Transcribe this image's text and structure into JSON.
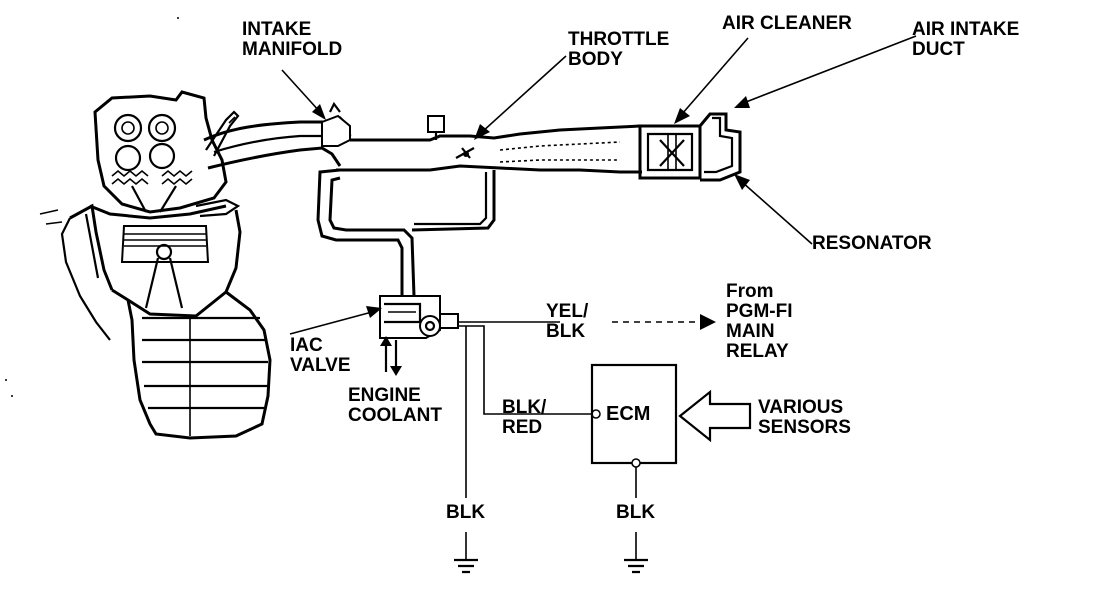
{
  "labels": {
    "intake_manifold": [
      "INTAKE",
      "MANIFOLD"
    ],
    "throttle_body": [
      "THROTTLE",
      "BODY"
    ],
    "air_cleaner": "AIR CLEANER",
    "air_intake_duct": [
      "AIR INTAKE",
      "DUCT"
    ],
    "resonator": "RESONATOR",
    "iac_valve": [
      "IAC",
      "VALVE"
    ],
    "engine_coolant": [
      "ENGINE",
      "COOLANT"
    ],
    "yel_blk": [
      "YEL/",
      "BLK"
    ],
    "pgm_fi_relay": [
      "From",
      "PGM-FI",
      "MAIN",
      "RELAY"
    ],
    "blk_red": [
      "BLK/",
      "RED"
    ],
    "ecm": "ECM",
    "various_sensors": [
      "VARIOUS",
      "SENSORS"
    ],
    "blk_left": "BLK",
    "blk_right": "BLK"
  }
}
